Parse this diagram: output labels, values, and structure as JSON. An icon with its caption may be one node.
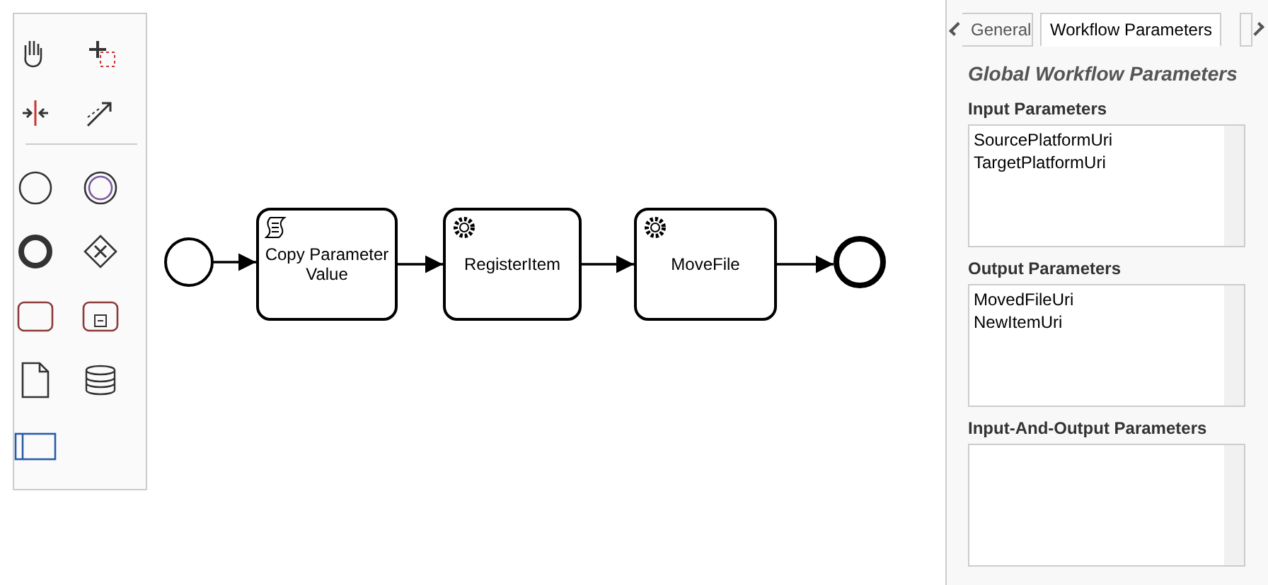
{
  "diagram": {
    "nodes": [
      {
        "text": [],
        "shape": "circle"
      },
      {
        "text": [
          "Copy Parameter Value"
        ]
      },
      {
        "text": [
          "RegisterItem"
        ]
      },
      {
        "text": [
          "MoveFile"
        ]
      },
      {
        "text": [],
        "shape": "circle"
      }
    ],
    "edges": [
      {
        "from": 0,
        "to": 1,
        "arrow": "to"
      },
      {
        "from": 1,
        "to": 2,
        "arrow": "to"
      },
      {
        "from": 2,
        "to": 3,
        "arrow": "to"
      },
      {
        "from": 3,
        "to": 4,
        "arrow": "to"
      }
    ],
    "labels": [
      "General",
      "Workflow Parameters",
      "Global Workflow Parameters",
      "Input Parameters",
      "SourcePlatformUri",
      "TargetPlatformUri",
      "Output Parameters",
      "MovedFileUri",
      "NewItemUri",
      "Input-And-Output Parameters"
    ]
  }
}
